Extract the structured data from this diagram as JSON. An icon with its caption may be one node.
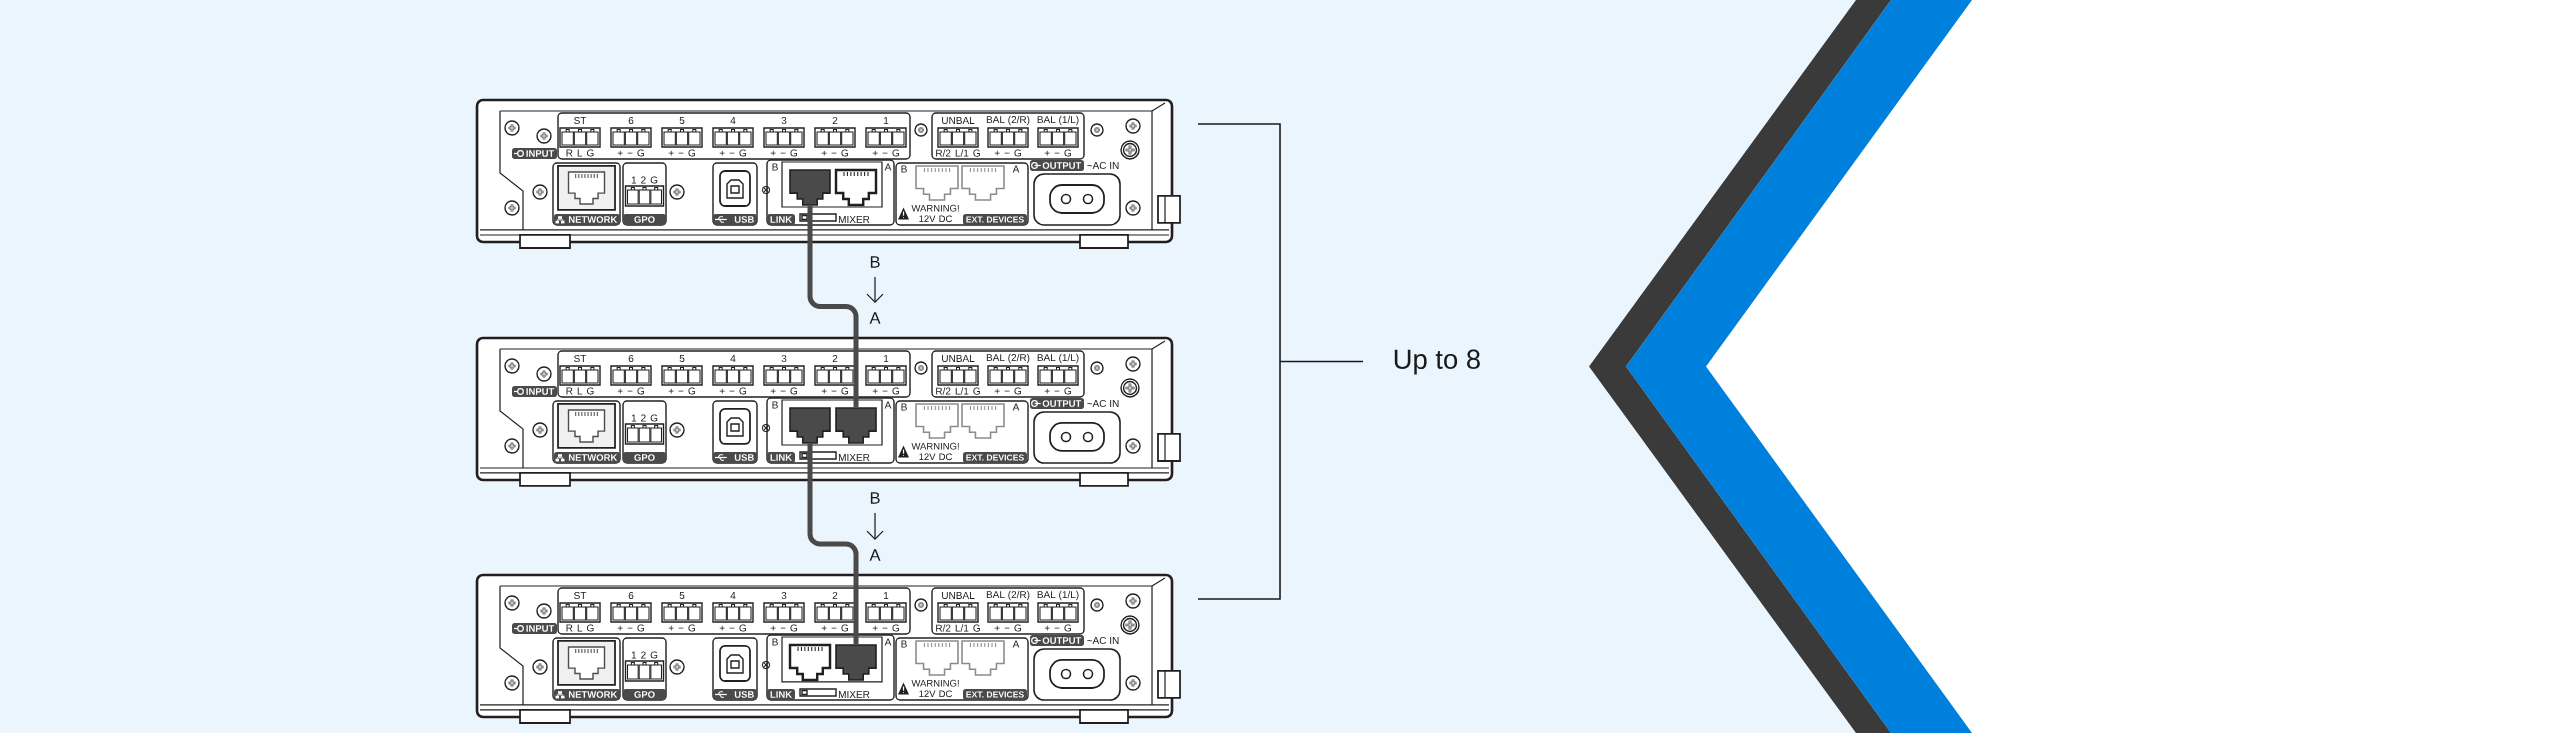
{
  "diagram": {
    "nodes": [
      {
        "text": [
          "ST",
          "6",
          "5",
          "4",
          "3",
          "2",
          "1",
          "UNBAL",
          "BAL (2/R)",
          "BAL (1/L)",
          "INPUT",
          "R L G",
          "+ − G",
          "+ − G",
          "+ − G",
          "+ − G",
          "+ − G",
          "+ − G",
          "R/2 L/1 G",
          "+ − G",
          "+ − G",
          "B",
          "A",
          "B",
          "A",
          "OUTPUT",
          "~AC IN",
          "1 2 G",
          "NETWORK",
          "GPO",
          "USB",
          "LINK",
          "MIXER",
          "WARNING! 12V DC",
          "EXT. DEVICES"
        ]
      },
      {
        "text": [],
        "shape": "box",
        "in": 0
      },
      {
        "text": [
          "ST",
          "6",
          "5",
          "4",
          "3",
          "2",
          "1",
          "UNBAL",
          "BAL (2/R)",
          "BAL (1/L)",
          "INPUT",
          "R L G",
          "+ − G",
          "+ − G",
          "+ − G",
          "+ − G",
          "+ − G",
          "+ − G",
          "R/2 L/1 G",
          "+ − G",
          "+ − G",
          "B",
          "A",
          "B",
          "A",
          "OUTPUT",
          "~AC IN",
          "1 2 G",
          "NETWORK",
          "GPO",
          "USB",
          "LINK",
          "MIXER",
          "WARNING! 12V DC",
          "EXT. DEVICES"
        ]
      },
      {
        "text": [],
        "shape": "box",
        "in": 2
      },
      {
        "text": [],
        "shape": "box",
        "in": 2
      },
      {
        "text": [
          "ST",
          "6",
          "5",
          "4",
          "3",
          "2",
          "1",
          "UNBAL",
          "BAL (2/R)",
          "BAL (1/L)",
          "INPUT",
          "R L G",
          "+ − G",
          "+ − G",
          "+ − G",
          "+ − G",
          "+ − G",
          "+ − G",
          "R/2 L/1 G",
          "+ − G",
          "+ − G",
          "B",
          "A",
          "B",
          "A",
          "OUTPUT",
          "~AC IN",
          "1 2 G",
          "NETWORK",
          "GPO",
          "USB",
          "LINK",
          "MIXER",
          "WARNING! 12V DC",
          "EXT. DEVICES"
        ]
      },
      {
        "text": [],
        "shape": "box",
        "in": 5
      }
    ],
    "edges": [
      {
        "from": 1,
        "to": 4,
        "arrow": "none"
      },
      {
        "from": 3,
        "to": 6,
        "arrow": "none"
      }
    ],
    "labels": [
      "B",
      "A",
      "Up to 8",
      "B",
      "A"
    ]
  }
}
